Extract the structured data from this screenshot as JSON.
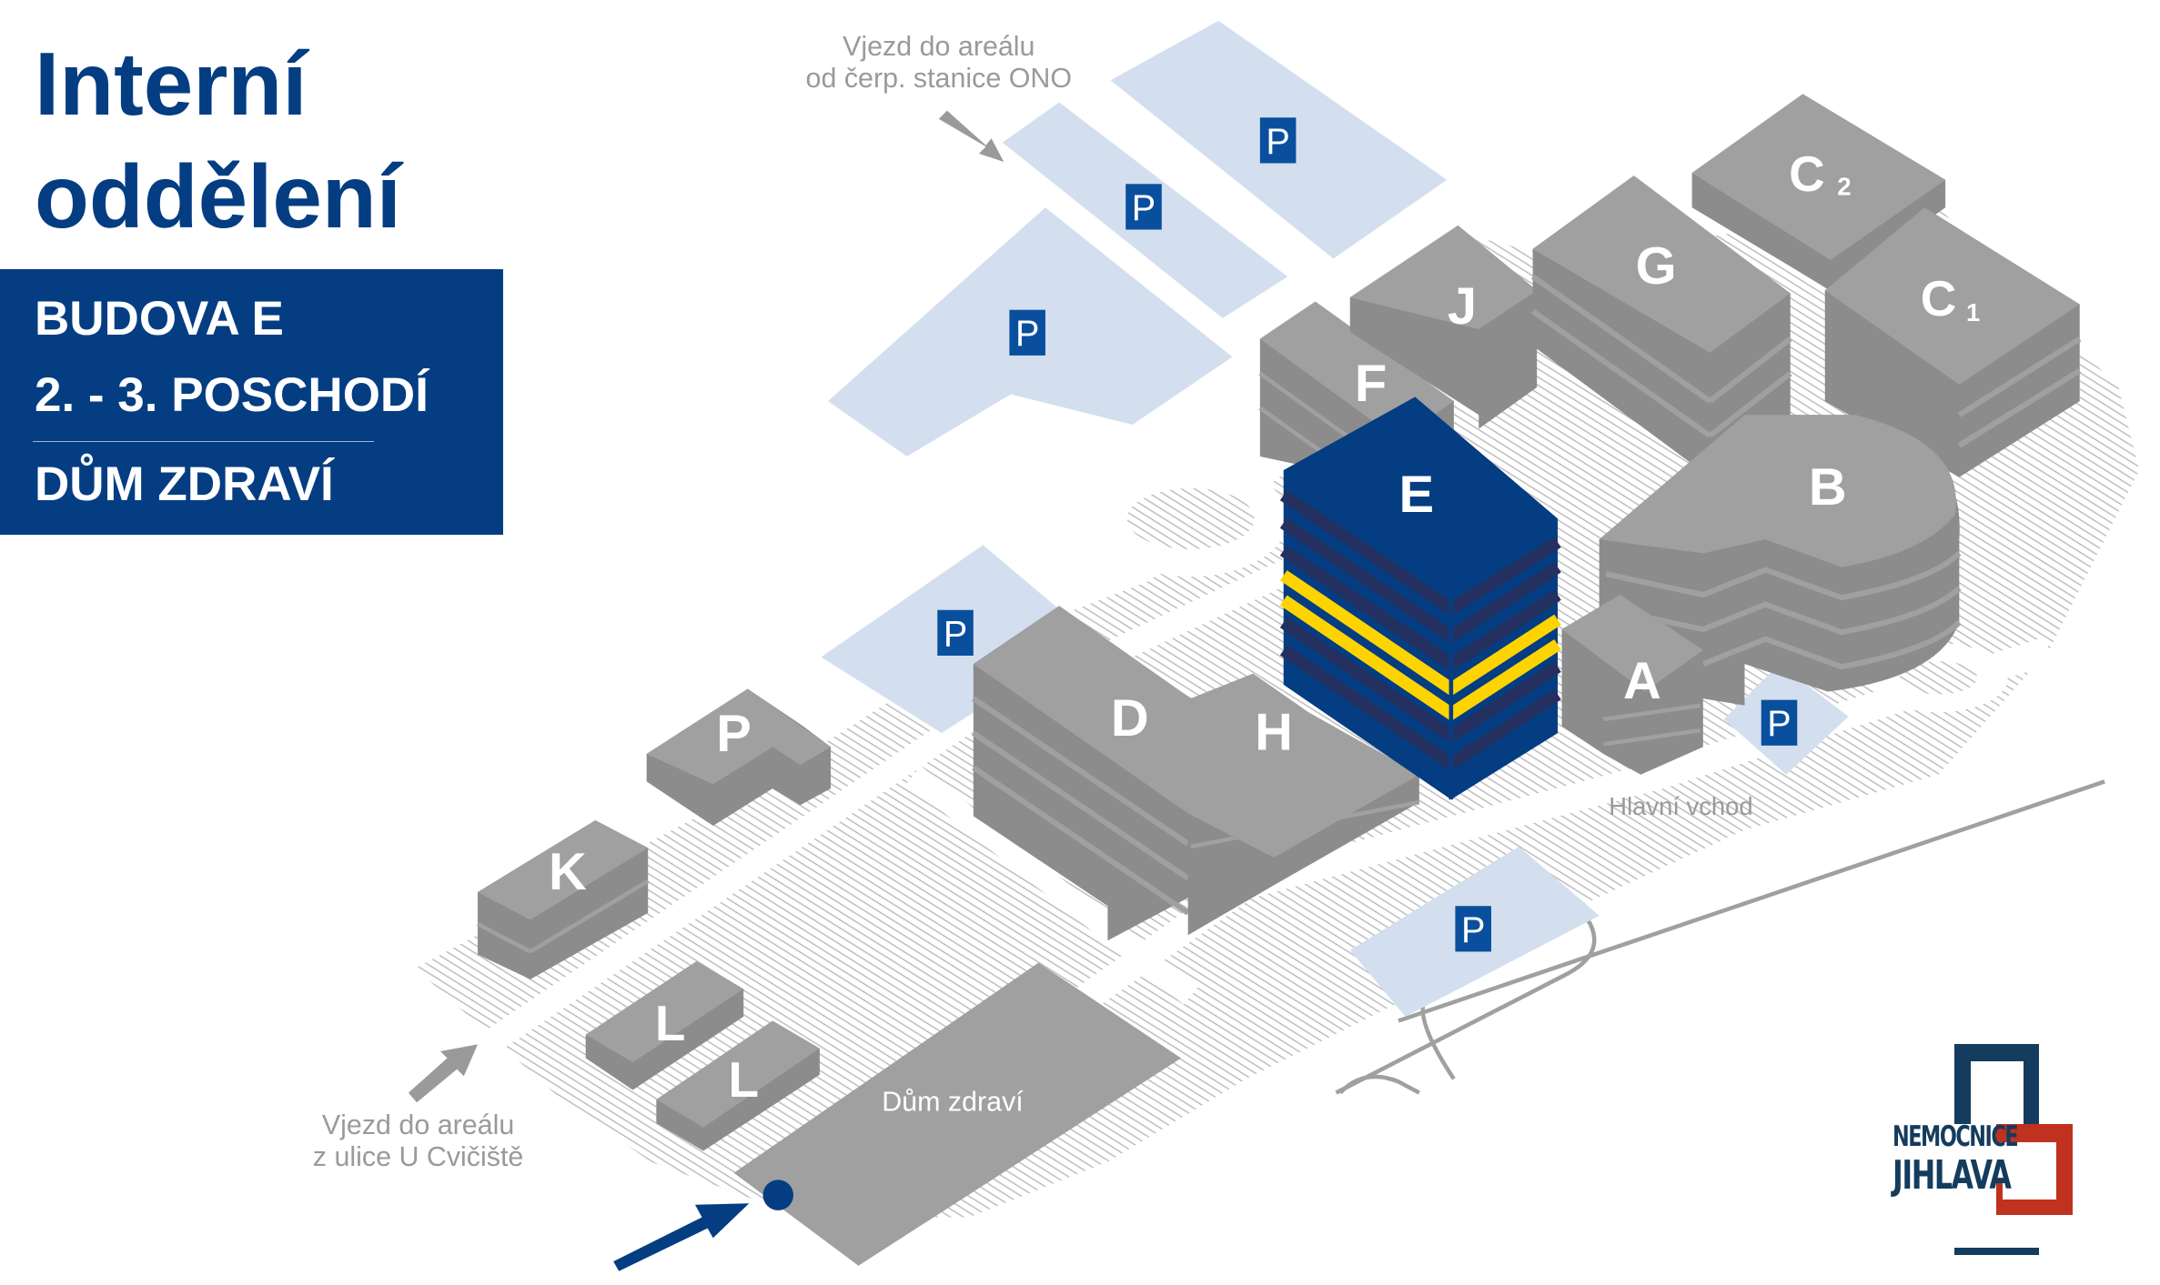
{
  "header": {
    "title_line1": "Interní",
    "title_line2": "oddělení"
  },
  "infobox": {
    "building": "BUDOVA E",
    "floors": "2. - 3. POSCHODÍ",
    "complex": "DŮM ZDRAVÍ"
  },
  "map": {
    "entrance_north": {
      "line1": "Vjezd do areálu",
      "line2": "od čerp. stanice ONO"
    },
    "entrance_west": {
      "line1": "Vjezd do areálu",
      "line2": "z ulice U Cvičiště"
    },
    "main_entrance": "Hlavní vchod",
    "health_house": "Dům zdraví",
    "parking_label": "P",
    "buildings": {
      "A": "A",
      "B": "B",
      "C1": "C",
      "C1_sub": "1",
      "C2": "C",
      "C2_sub": "2",
      "D": "D",
      "E": "E",
      "F": "F",
      "G": "G",
      "H": "H",
      "J": "J",
      "K": "K",
      "L1": "L",
      "L2": "L",
      "P": "P"
    },
    "highlighted_building": "E",
    "highlighted_floors": [
      2,
      3
    ]
  },
  "colors": {
    "brand_blue": "#043d82",
    "dark_navy": "#243060",
    "highlight_yellow": "#fdd400",
    "building_gray": "#a0a0a0",
    "parking_area": "#d3dfee",
    "logo_dark": "#133c5e",
    "logo_red": "#c0311f"
  },
  "logo": {
    "line1": "NEMOCNICE",
    "line2": "JIHLAVA"
  }
}
